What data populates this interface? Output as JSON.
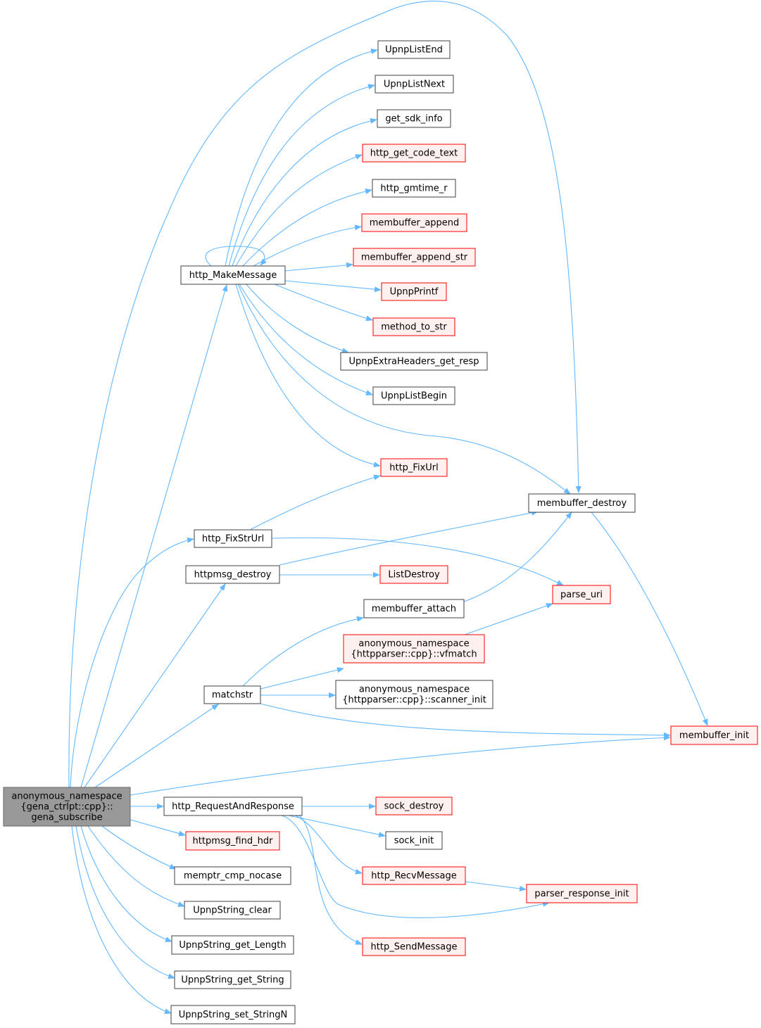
{
  "colors": {
    "edge": "#63b8ff",
    "normal_border": "#404040",
    "normal_fill": "#ffffff",
    "red_border": "#ff0000",
    "red_fill": "#fff0f0",
    "root_fill": "#999999",
    "root_border": "#666666"
  },
  "nodes": [
    {
      "id": "root",
      "lines": [
        "anonymous_namespace",
        "{gena_ctrlpt::cpp}::",
        "gena_subscribe"
      ],
      "style": "root"
    },
    {
      "id": "http_MakeMessage",
      "lines": [
        "http_MakeMessage"
      ],
      "style": "normal"
    },
    {
      "id": "UpnpListEnd",
      "lines": [
        "UpnpListEnd"
      ],
      "style": "normal"
    },
    {
      "id": "UpnpListNext",
      "lines": [
        "UpnpListNext"
      ],
      "style": "normal"
    },
    {
      "id": "get_sdk_info",
      "lines": [
        "get_sdk_info"
      ],
      "style": "normal"
    },
    {
      "id": "http_get_code_text",
      "lines": [
        "http_get_code_text"
      ],
      "style": "red"
    },
    {
      "id": "http_gmtime_r",
      "lines": [
        "http_gmtime_r"
      ],
      "style": "normal"
    },
    {
      "id": "membuffer_append",
      "lines": [
        "membuffer_append"
      ],
      "style": "red"
    },
    {
      "id": "membuffer_append_str",
      "lines": [
        "membuffer_append_str"
      ],
      "style": "red"
    },
    {
      "id": "UpnpPrintf",
      "lines": [
        "UpnpPrintf"
      ],
      "style": "red"
    },
    {
      "id": "method_to_str",
      "lines": [
        "method_to_str"
      ],
      "style": "red"
    },
    {
      "id": "UpnpExtraHeaders_get_resp",
      "lines": [
        "UpnpExtraHeaders_get_resp"
      ],
      "style": "normal"
    },
    {
      "id": "UpnpListBegin",
      "lines": [
        "UpnpListBegin"
      ],
      "style": "normal"
    },
    {
      "id": "http_FixUrl",
      "lines": [
        "http_FixUrl"
      ],
      "style": "red"
    },
    {
      "id": "membuffer_destroy",
      "lines": [
        "membuffer_destroy"
      ],
      "style": "normal"
    },
    {
      "id": "http_FixStrUrl",
      "lines": [
        "http_FixStrUrl"
      ],
      "style": "normal"
    },
    {
      "id": "httpmsg_destroy",
      "lines": [
        "httpmsg_destroy"
      ],
      "style": "normal"
    },
    {
      "id": "ListDestroy",
      "lines": [
        "ListDestroy"
      ],
      "style": "red"
    },
    {
      "id": "parse_uri",
      "lines": [
        "parse_uri"
      ],
      "style": "red"
    },
    {
      "id": "membuffer_attach",
      "lines": [
        "membuffer_attach"
      ],
      "style": "normal"
    },
    {
      "id": "vfmatch",
      "lines": [
        "anonymous_namespace",
        "{httpparser::cpp}::vfmatch"
      ],
      "style": "red"
    },
    {
      "id": "matchstr",
      "lines": [
        "matchstr"
      ],
      "style": "normal"
    },
    {
      "id": "scanner_init",
      "lines": [
        "anonymous_namespace",
        "{httpparser::cpp}::scanner_init"
      ],
      "style": "normal"
    },
    {
      "id": "membuffer_init",
      "lines": [
        "membuffer_init"
      ],
      "style": "red"
    },
    {
      "id": "http_RequestAndResponse",
      "lines": [
        "http_RequestAndResponse"
      ],
      "style": "normal"
    },
    {
      "id": "sock_destroy",
      "lines": [
        "sock_destroy"
      ],
      "style": "red"
    },
    {
      "id": "sock_init",
      "lines": [
        "sock_init"
      ],
      "style": "normal"
    },
    {
      "id": "http_RecvMessage",
      "lines": [
        "http_RecvMessage"
      ],
      "style": "red"
    },
    {
      "id": "parser_response_init",
      "lines": [
        "parser_response_init"
      ],
      "style": "red"
    },
    {
      "id": "http_SendMessage",
      "lines": [
        "http_SendMessage"
      ],
      "style": "red"
    },
    {
      "id": "httpmsg_find_hdr",
      "lines": [
        "httpmsg_find_hdr"
      ],
      "style": "red"
    },
    {
      "id": "memptr_cmp_nocase",
      "lines": [
        "memptr_cmp_nocase"
      ],
      "style": "normal"
    },
    {
      "id": "UpnpString_clear",
      "lines": [
        "UpnpString_clear"
      ],
      "style": "normal"
    },
    {
      "id": "UpnpString_get_Length",
      "lines": [
        "UpnpString_get_Length"
      ],
      "style": "normal"
    },
    {
      "id": "UpnpString_get_String",
      "lines": [
        "UpnpString_get_String"
      ],
      "style": "normal"
    },
    {
      "id": "UpnpString_set_StringN",
      "lines": [
        "UpnpString_set_StringN"
      ],
      "style": "normal"
    }
  ],
  "edges": [
    {
      "from": "root",
      "to": "membuffer_destroy"
    },
    {
      "from": "root",
      "to": "http_MakeMessage"
    },
    {
      "from": "root",
      "to": "http_FixStrUrl"
    },
    {
      "from": "root",
      "to": "httpmsg_destroy"
    },
    {
      "from": "root",
      "to": "matchstr"
    },
    {
      "from": "root",
      "to": "membuffer_init"
    },
    {
      "from": "root",
      "to": "http_RequestAndResponse"
    },
    {
      "from": "root",
      "to": "httpmsg_find_hdr"
    },
    {
      "from": "root",
      "to": "memptr_cmp_nocase"
    },
    {
      "from": "root",
      "to": "UpnpString_clear"
    },
    {
      "from": "root",
      "to": "UpnpString_get_Length"
    },
    {
      "from": "root",
      "to": "UpnpString_get_String"
    },
    {
      "from": "root",
      "to": "UpnpString_set_StringN"
    },
    {
      "from": "http_MakeMessage",
      "to": "http_MakeMessage"
    },
    {
      "from": "http_MakeMessage",
      "to": "UpnpListEnd"
    },
    {
      "from": "http_MakeMessage",
      "to": "UpnpListNext"
    },
    {
      "from": "http_MakeMessage",
      "to": "get_sdk_info"
    },
    {
      "from": "http_MakeMessage",
      "to": "http_get_code_text"
    },
    {
      "from": "http_MakeMessage",
      "to": "http_gmtime_r"
    },
    {
      "from": "http_MakeMessage",
      "to": "membuffer_append"
    },
    {
      "from": "http_MakeMessage",
      "to": "membuffer_append_str"
    },
    {
      "from": "http_MakeMessage",
      "to": "UpnpPrintf"
    },
    {
      "from": "http_MakeMessage",
      "to": "method_to_str"
    },
    {
      "from": "http_MakeMessage",
      "to": "UpnpExtraHeaders_get_resp"
    },
    {
      "from": "http_MakeMessage",
      "to": "UpnpListBegin"
    },
    {
      "from": "http_MakeMessage",
      "to": "http_FixUrl"
    },
    {
      "from": "http_MakeMessage",
      "to": "membuffer_destroy"
    },
    {
      "from": "http_FixStrUrl",
      "to": "http_FixUrl"
    },
    {
      "from": "http_FixStrUrl",
      "to": "parse_uri"
    },
    {
      "from": "httpmsg_destroy",
      "to": "membuffer_destroy"
    },
    {
      "from": "httpmsg_destroy",
      "to": "ListDestroy"
    },
    {
      "from": "membuffer_destroy",
      "to": "membuffer_init"
    },
    {
      "from": "membuffer_attach",
      "to": "membuffer_destroy"
    },
    {
      "from": "vfmatch",
      "to": "parse_uri"
    },
    {
      "from": "matchstr",
      "to": "membuffer_attach"
    },
    {
      "from": "matchstr",
      "to": "vfmatch"
    },
    {
      "from": "matchstr",
      "to": "scanner_init"
    },
    {
      "from": "matchstr",
      "to": "membuffer_init"
    },
    {
      "from": "http_RequestAndResponse",
      "to": "sock_destroy"
    },
    {
      "from": "http_RequestAndResponse",
      "to": "sock_init"
    },
    {
      "from": "http_RequestAndResponse",
      "to": "http_RecvMessage"
    },
    {
      "from": "http_RequestAndResponse",
      "to": "parser_response_init"
    },
    {
      "from": "http_RequestAndResponse",
      "to": "http_SendMessage"
    },
    {
      "from": "http_RecvMessage",
      "to": "parser_response_init"
    }
  ]
}
